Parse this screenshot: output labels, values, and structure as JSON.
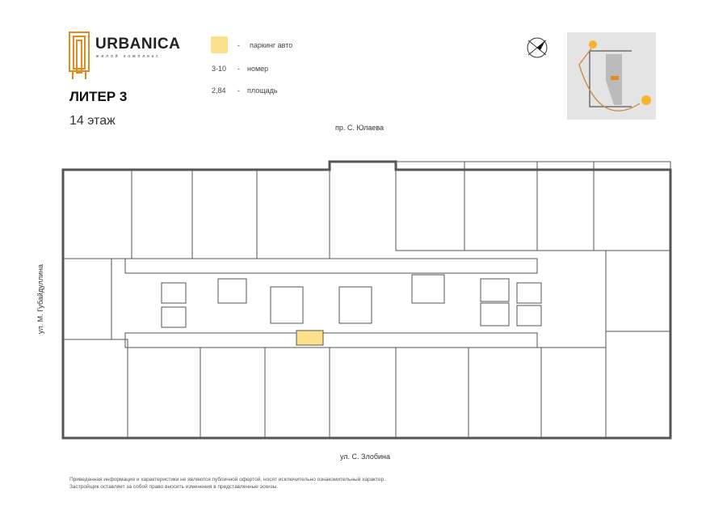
{
  "brand": {
    "name": "URBANICA",
    "subtitle": "жилой комплекс",
    "logo_color": "#e58a1f"
  },
  "header": {
    "title": "ЛИТЕР 3",
    "floor": "14 этаж"
  },
  "legend": [
    {
      "key": "",
      "dash": "-",
      "label": "паркинг авто",
      "color": "#fde08a"
    },
    {
      "key": "3-10",
      "dash": "-",
      "label": "номер"
    },
    {
      "key": "2,84",
      "dash": "-",
      "label": "площадь"
    }
  ],
  "streets": {
    "top": "пр. С. Юлаева",
    "bottom": "ул. С. Злобина",
    "left": "ул. М. Губайдуллина"
  },
  "disclaimer": [
    "Приведенная информация и характеристики не являются публичной офертой, носят исключительно ознакомительный характер.",
    "Застройщик оставляет за собой право вносить изменения в представленные эскизы."
  ],
  "colors": {
    "highlight": "#fde08a",
    "accent": "#e58a1f",
    "wall": "#555555"
  }
}
